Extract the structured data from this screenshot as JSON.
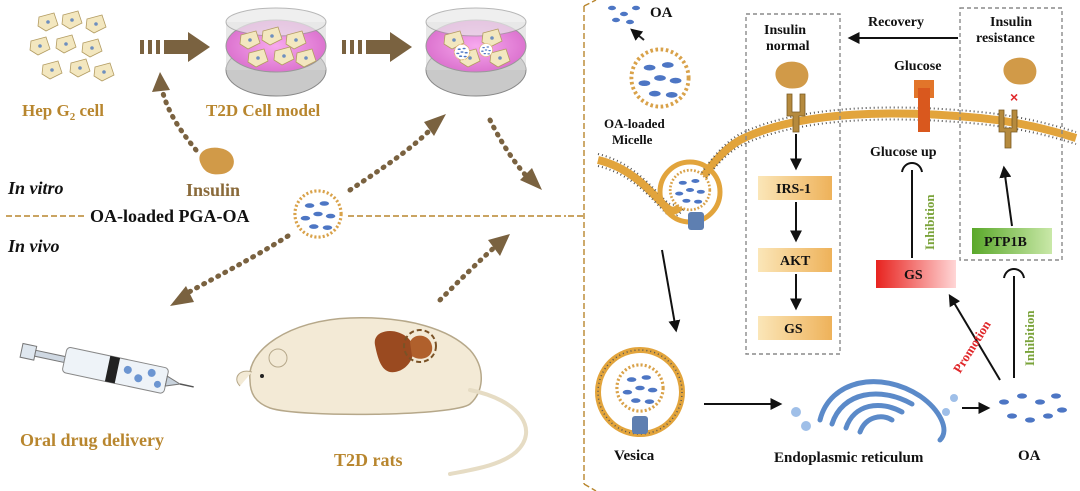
{
  "left_panel": {
    "hepg2_prefix": "Hep G",
    "hepg2_sub": "2",
    "hepg2_suffix": " cell",
    "t2d_cell_model": "T2D Cell model",
    "insulin": "Insulin",
    "in_vitro": "In vitro",
    "in_vivo": "In vivo",
    "oa_loaded": "OA-loaded PGA-OA",
    "oral_drug": "Oral drug delivery",
    "t2d_rats": "T2D rats"
  },
  "right_panel": {
    "oa_top": "OA",
    "micelle_line1": "OA-loaded",
    "micelle_line2": "Micelle",
    "insulin_normal_line1": "Insulin",
    "insulin_normal_line2": "normal",
    "recovery": "Recovery",
    "insulin_res_line1": "Insulin",
    "insulin_res_line2": "resistance",
    "glucose": "Glucose",
    "glucose_up": "Glucose up",
    "inhibition_1": "Inhibition",
    "inhibition_2": "Inhibition",
    "promotion": "Promotion",
    "irs1": "IRS-1",
    "akt": "AKT",
    "gs_left": "GS",
    "gs_red": "GS",
    "ptp1b": "PTP1B",
    "vesica": "Vesica",
    "er": "Endoplasmic reticulum",
    "oa_bottom": "OA"
  },
  "colors": {
    "gold": "#b8862e",
    "arrow_brown": "#7a6240",
    "pink_dish": "#e98be0",
    "green": "#7aa33a",
    "red": "#e0282b",
    "orange_box": "#f1c27a",
    "ptp1b_green": "#6fb832"
  }
}
